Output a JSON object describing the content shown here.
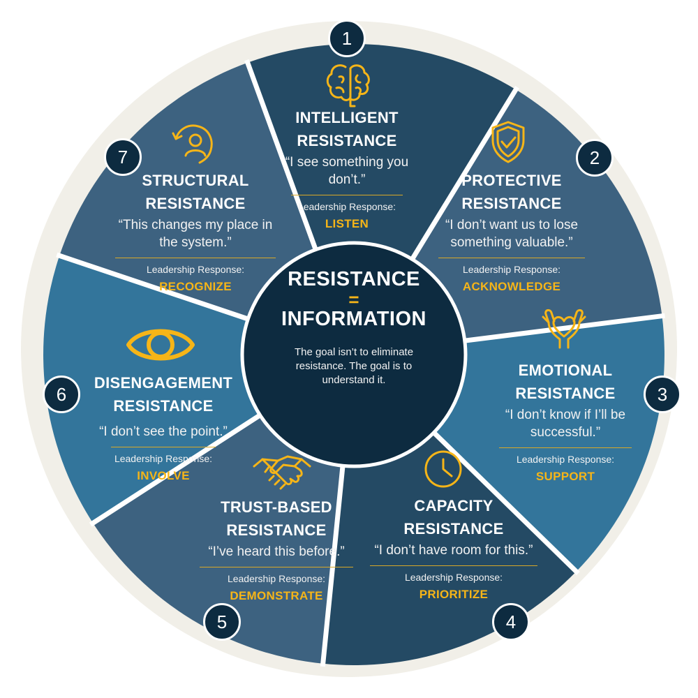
{
  "center": {
    "title_line1": "RESISTANCE",
    "equals": "=",
    "title_line2": "INFORMATION",
    "subtitle": "The goal isn’t to eliminate resistance. The goal is to understand it."
  },
  "segments": [
    {
      "number": "1",
      "title_line1": "INTELLIGENT",
      "title_line2": "RESISTANCE",
      "quote": "“I see something you don’t.”",
      "response_label": "Leadership Response:",
      "response": "LISTEN",
      "icon": "brain-icon",
      "color": "#244a64"
    },
    {
      "number": "2",
      "title_line1": "PROTECTIVE",
      "title_line2": "RESISTANCE",
      "quote": "“I don’t want us to lose something valuable.”",
      "response_label": "Leadership Response:",
      "response": "ACKNOWLEDGE",
      "icon": "shield-check-icon",
      "color": "#3d6280"
    },
    {
      "number": "3",
      "title_line1": "EMOTIONAL",
      "title_line2": "RESISTANCE",
      "quote": "“I don’t know if I’ll be successful.”",
      "response_label": "Leadership Response:",
      "response": "SUPPORT",
      "icon": "hands-heart-icon",
      "color": "#33759b"
    },
    {
      "number": "4",
      "title_line1": "CAPACITY",
      "title_line2": "RESISTANCE",
      "quote": "“I don’t have room for this.”",
      "response_label": "Leadership Response:",
      "response": "PRIORITIZE",
      "icon": "clock-icon",
      "color": "#244a64"
    },
    {
      "number": "5",
      "title_line1": "TRUST-BASED",
      "title_line2": "RESISTANCE",
      "quote": "“I’ve heard this before.”",
      "response_label": "Leadership Response:",
      "response": "DEMONSTRATE",
      "icon": "handshake-icon",
      "color": "#3d6280"
    },
    {
      "number": "6",
      "title_line1": "DISENGAGEMENT",
      "title_line2": "RESISTANCE",
      "quote": "“I don’t see the point.”",
      "response_label": "Leadership Response:",
      "response": "INVOLVE",
      "icon": "eye-icon",
      "color": "#33759b"
    },
    {
      "number": "7",
      "title_line1": "STRUCTURAL",
      "title_line2": "RESISTANCE",
      "quote": "“This changes my place in the system.”",
      "response_label": "Leadership Response:",
      "response": "RECOGNIZE",
      "icon": "person-rotate-icon",
      "color": "#3d6280"
    }
  ],
  "colors": {
    "ring": "#f1efe8",
    "center": "#0d2b40",
    "accent": "#f6b518",
    "divider": "#ffffff"
  }
}
